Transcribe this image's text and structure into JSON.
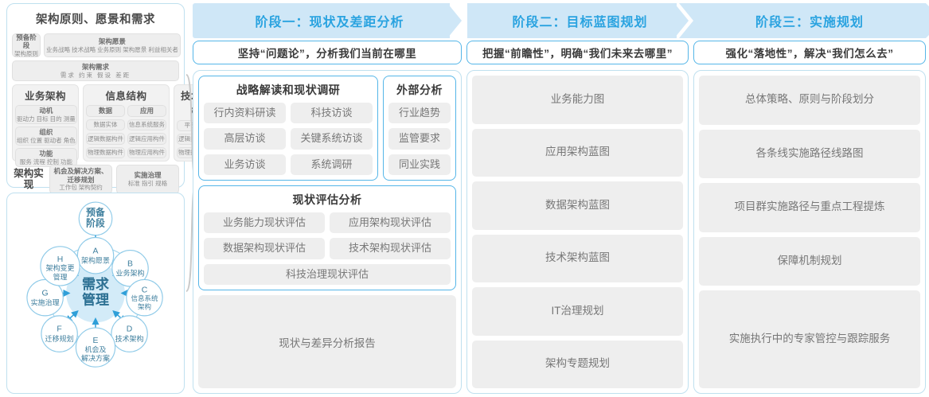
{
  "left_panel": {
    "togaf": {
      "title": "架构原则、愿景和需求",
      "row1": [
        {
          "head": "预备阶段",
          "sub": "架构原则"
        },
        {
          "head": "架构愿景",
          "sub": "业务战略 技术战略 业务原则 架构愿景 利益相关者"
        }
      ],
      "row2": [
        {
          "head": "架构需求",
          "sub": "需求  约束  假设  差距"
        }
      ],
      "columns": [
        {
          "title": "业务架构",
          "items": [
            {
              "head": "动机",
              "sub": "驱动力 目标 目的 测量"
            },
            {
              "head": "组织",
              "sub": "组织 位置 驱动者 角色"
            },
            {
              "head": "功能",
              "sub": "服务 流程 控制 功能"
            }
          ]
        },
        {
          "title": "信息结构",
          "sub_columns": [
            {
              "items": [
                "数据",
                "数据实体",
                "逻辑数据构件",
                "物理数据构件"
              ]
            },
            {
              "items": [
                "应用",
                "信息系统服务",
                "逻辑应用构件",
                "物理应用构件"
              ]
            }
          ]
        },
        {
          "title": "技术架构",
          "items": [
            "平台服务",
            "逻辑技术构件",
            "物理技术构件"
          ]
        }
      ],
      "row4": {
        "label": "架构实现",
        "boxes": [
          {
            "head": "机会及解决方案、迁移规划",
            "sub": "工作包  架构契约"
          },
          {
            "head": "实施治理",
            "sub": "标准  指引  规格"
          }
        ]
      }
    },
    "cycle": {
      "top_node": "预备\n阶段",
      "center": "需求\n管理",
      "nodes": [
        {
          "key": "A",
          "label": "架构愿景"
        },
        {
          "key": "B",
          "label": "业务架构"
        },
        {
          "key": "C",
          "label": "信息系统\n架构"
        },
        {
          "key": "D",
          "label": "技术架构"
        },
        {
          "key": "E",
          "label": "机会及\n解决方案"
        },
        {
          "key": "F",
          "label": "迁移规划"
        },
        {
          "key": "G",
          "label": "实施治理"
        },
        {
          "key": "H",
          "label": "架构变更\n管理"
        }
      ]
    }
  },
  "phases": [
    {
      "header": "阶段一：现状及差距分析",
      "tagline": "坚持“问题论”，分析我们当前在哪里",
      "groups": [
        {
          "title": "战略解读和现状调研",
          "rows": [
            [
              "行内资料研读",
              "科技访谈"
            ],
            [
              "高层访谈",
              "关键系统访谈"
            ],
            [
              "业务访谈",
              "系统调研"
            ]
          ]
        },
        {
          "title": "外部分析",
          "items": [
            "行业趋势",
            "监管要求",
            "同业实践"
          ]
        },
        {
          "title": "现状评估分析",
          "rows": [
            [
              "业务能力现状评估",
              "应用架构现状评估"
            ],
            [
              "数据架构现状评估",
              "技术架构现状评估"
            ],
            [
              "科技治理现状评估"
            ]
          ]
        }
      ],
      "report": "现状与差异分析报告"
    },
    {
      "header": "阶段二：目标蓝图规划",
      "tagline": "把握“前瞻性”，明确“我们未来去哪里”",
      "items": [
        "业务能力图",
        "应用架构蓝图",
        "数据架构蓝图",
        "技术架构蓝图",
        "IT治理规划",
        "架构专题规划"
      ]
    },
    {
      "header": "阶段三：实施规划",
      "tagline": "强化“落地性”，解决“我们怎么去”",
      "items": [
        "总体策略、原则与阶段划分",
        "各条线实施路径线路图",
        "项目群实施路径与重点工程提炼",
        "保障机制规划",
        "实施执行中的专家管控与跟踪服务"
      ]
    }
  ],
  "colors": {
    "accent_blue": "#2aa3e0",
    "header_band": "#cfe7f7",
    "card_border": "#bfe0ef",
    "chip_bg": "#eeeeee",
    "chip_text": "#777777",
    "cycle_node": "#d8eefa"
  }
}
